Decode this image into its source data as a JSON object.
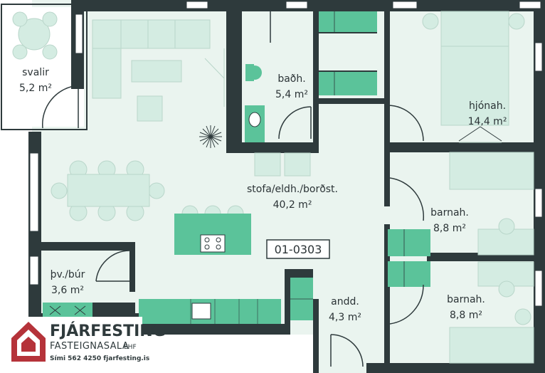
{
  "colors": {
    "wall": "#2e3a3c",
    "floor": "#eaf4ef",
    "furniture_fill": "#d4ece2",
    "furniture_stroke": "#b9d6ca",
    "accent": "#5bc39a",
    "logo_red": "#b5333a"
  },
  "unit_id": "01-0303",
  "rooms": {
    "svalir": {
      "name": "svalir",
      "area": "5,2 m²"
    },
    "bad": {
      "name": "baðh.",
      "area": "5,4 m²"
    },
    "hjonah": {
      "name": "hjónah.",
      "area": "14,4 m²"
    },
    "stofa": {
      "name": "stofa/eldh./borðst.",
      "area": "40,2 m²"
    },
    "barnah1": {
      "name": "barnah.",
      "area": "8,8 m²"
    },
    "barnah2": {
      "name": "barnah.",
      "area": "8,8 m²"
    },
    "thv": {
      "name": "þv./búr",
      "area": "3,6 m²"
    },
    "andd": {
      "name": "andd.",
      "area": "4,3 m²"
    }
  },
  "logo": {
    "title": "FJÁRFESTING",
    "subtitle": "FASTEIGNASALA",
    "suffix": "EHF",
    "contact": "Sími 562 4250  fjarfesting.is",
    "icon": "house-logo-icon"
  }
}
